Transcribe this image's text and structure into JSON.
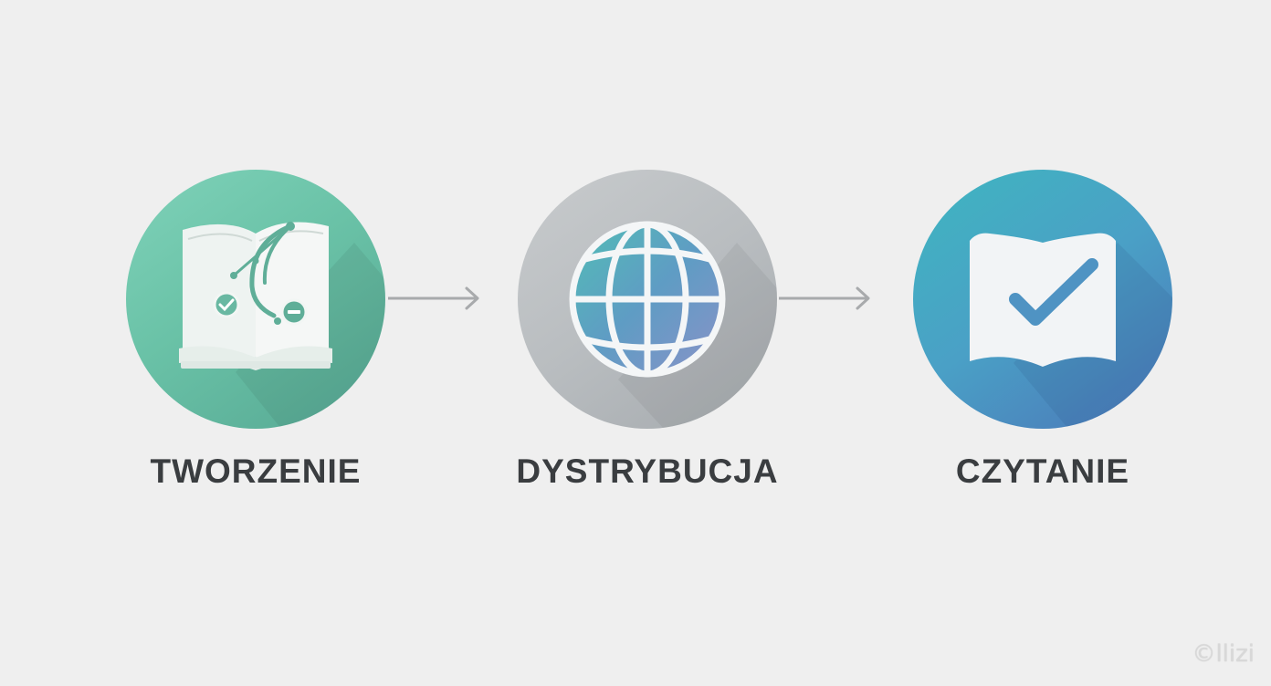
{
  "steps": [
    {
      "label": "TWORZENIE",
      "icon": "book-edit-icon",
      "color": "#6ac2a7"
    },
    {
      "label": "DYSTRYBUCJA",
      "icon": "globe-icon",
      "color": "#b9bdc0"
    },
    {
      "label": "CZYTANIE",
      "icon": "book-check-icon",
      "color": "#4a8fc4"
    }
  ],
  "arrow_color": "#a5a7a9",
  "watermark": "©llizi"
}
